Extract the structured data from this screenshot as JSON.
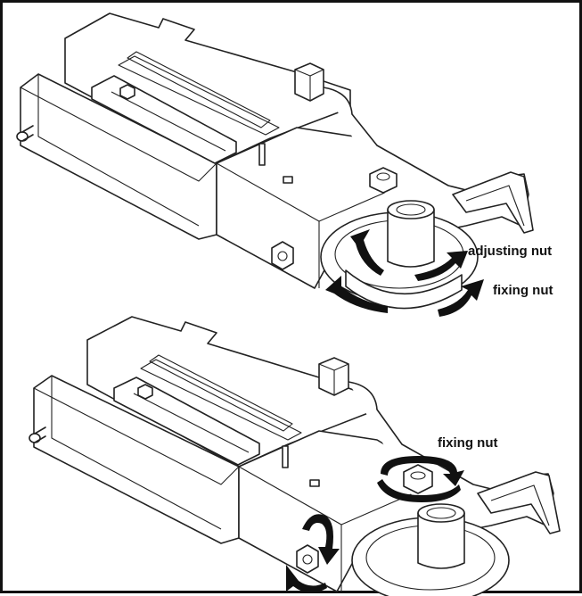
{
  "labels": {
    "top_adjusting": "adjusting nut",
    "top_fixing": "fixing nut",
    "bottom_fixing": "fixing nut"
  },
  "colors": {
    "line": "#222222",
    "arrow": "#111111",
    "background": "#ffffff"
  }
}
